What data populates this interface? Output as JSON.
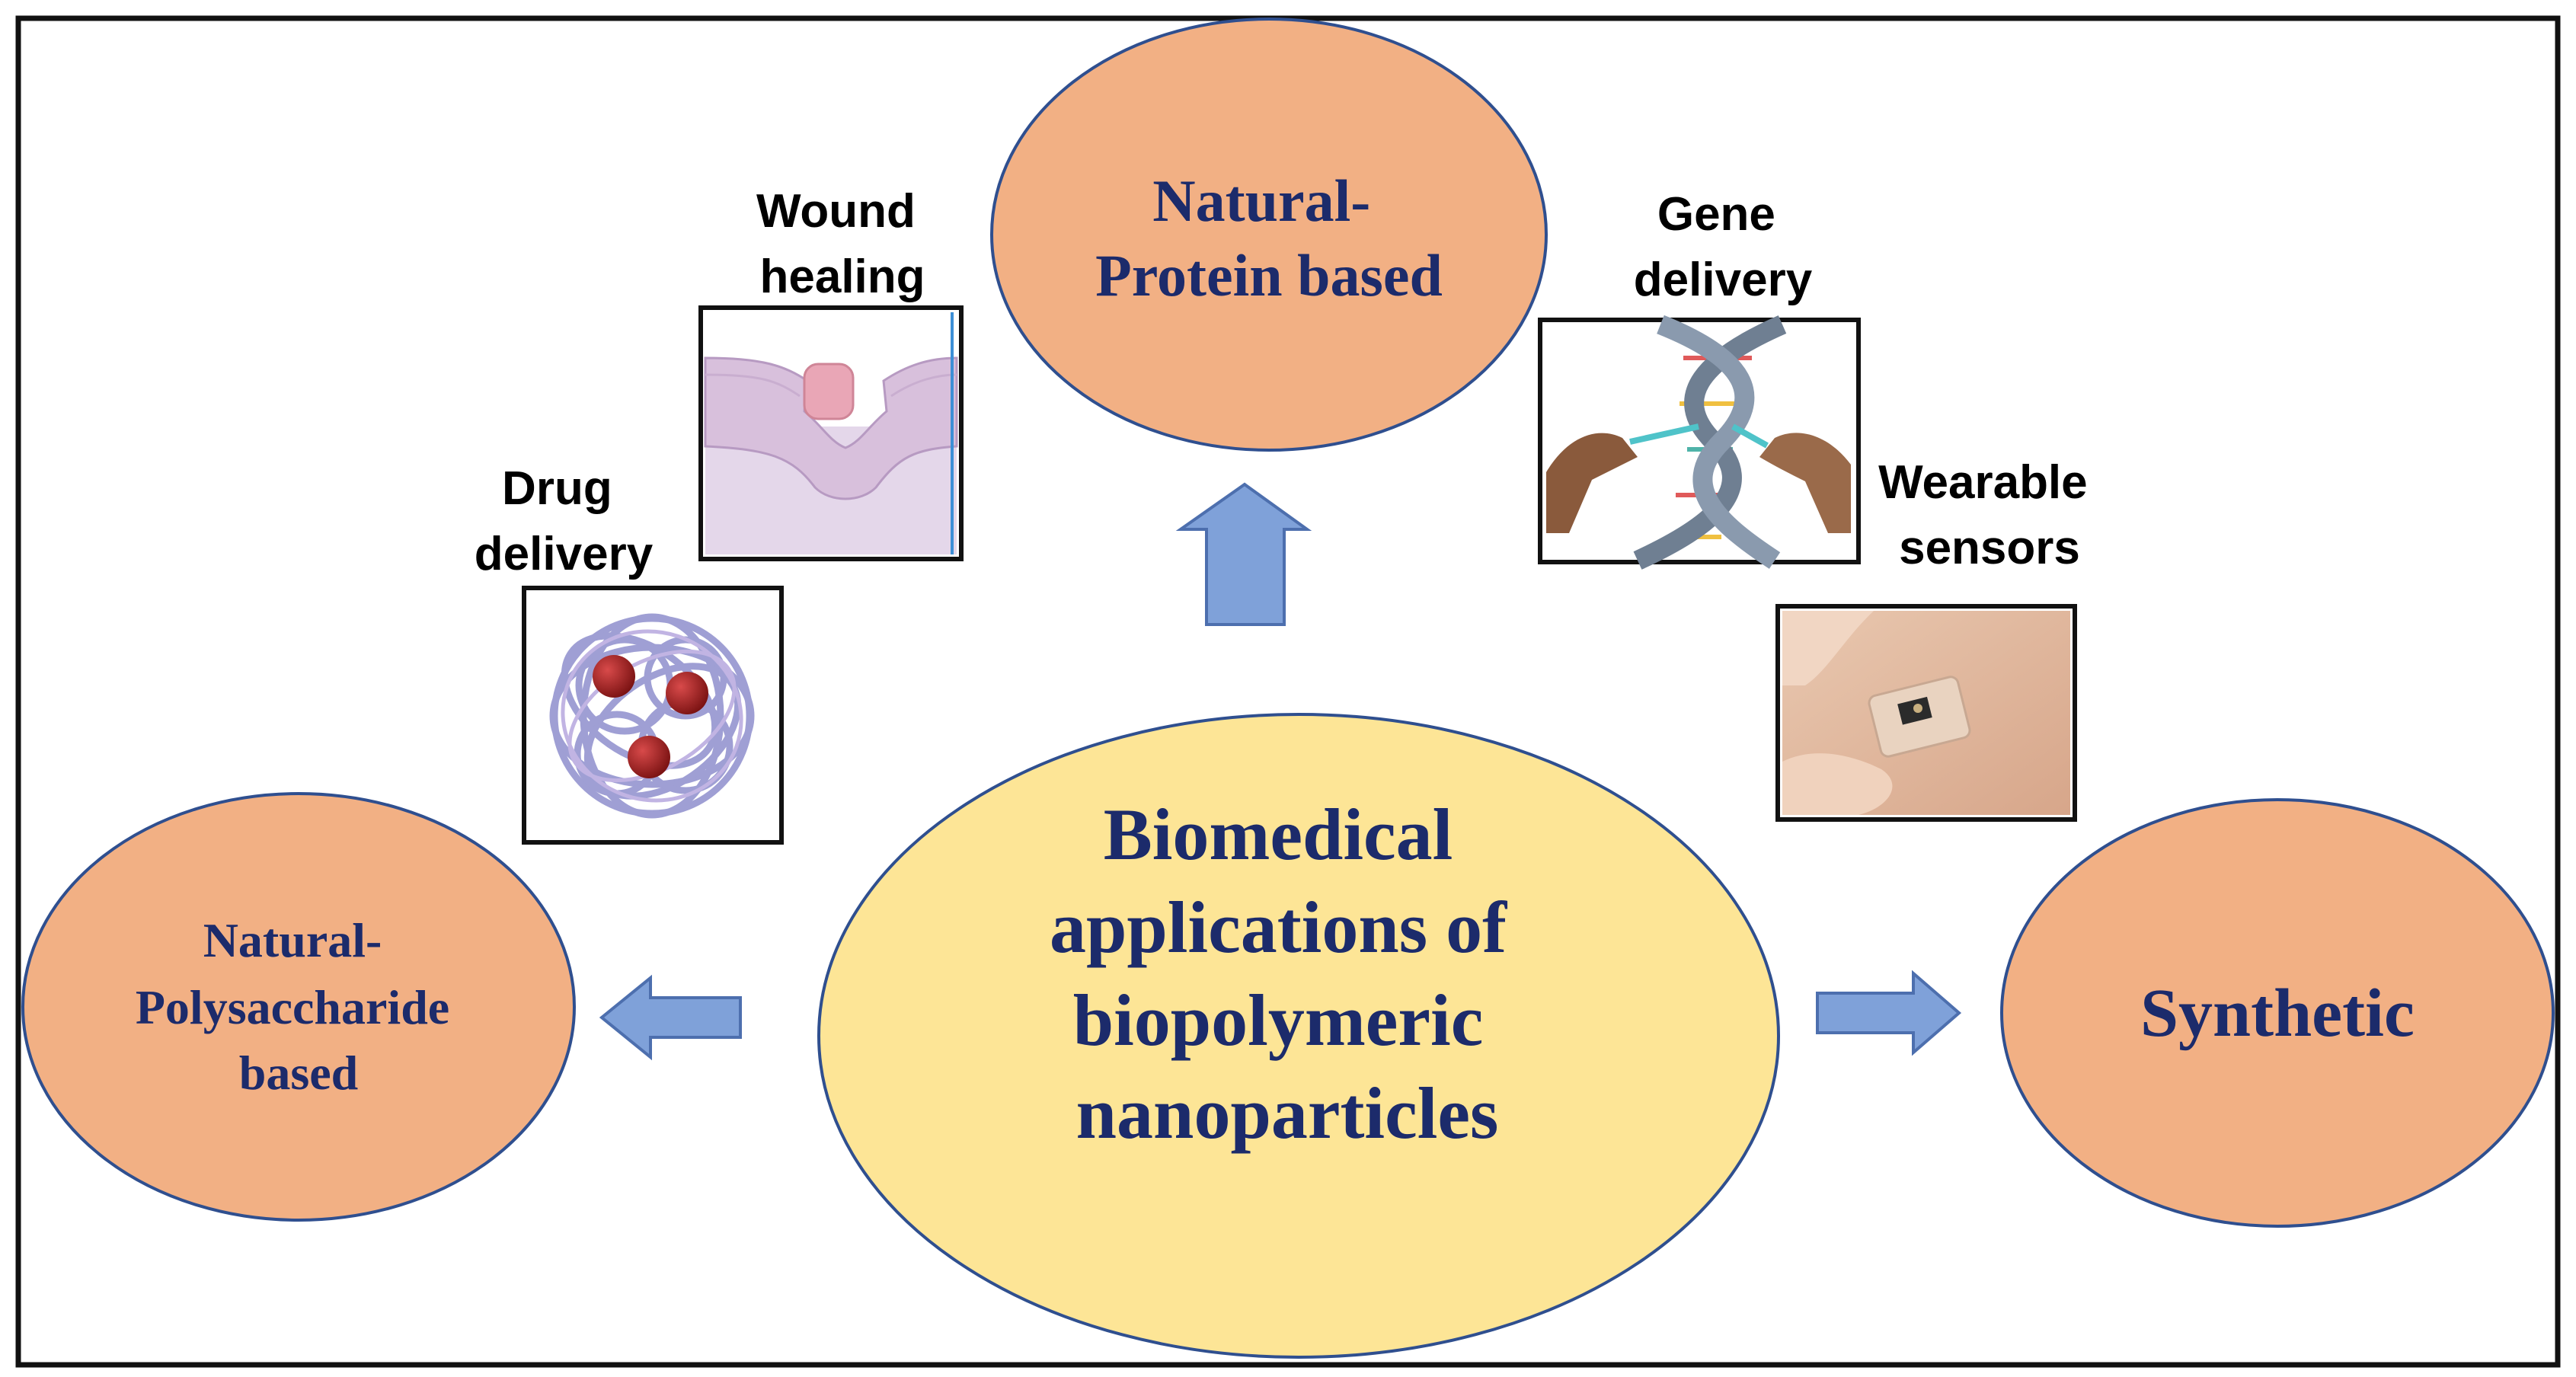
{
  "colors": {
    "frame": "#111111",
    "center_fill": "#fde596",
    "node_fill": "#f2b084",
    "node_stroke": "#2f4f8f",
    "node_text": "#1c2b6b",
    "arrow_fill": "#7fa1d9",
    "arrow_stroke": "#4d6fae",
    "label_text": "#000000"
  },
  "center": {
    "lines": [
      "Biomedical",
      "applications of",
      "biopolymeric",
      "nanoparticles"
    ]
  },
  "nodes": {
    "protein": {
      "lines": [
        "Natural-",
        "Protein based"
      ]
    },
    "polysaccharide": {
      "lines": [
        "Natural-",
        "Polysaccharide",
        "based"
      ]
    },
    "synthetic": {
      "lines": [
        "Synthetic"
      ]
    }
  },
  "applications": {
    "wound_healing": {
      "lines": [
        "Wound",
        "healing"
      ]
    },
    "drug_delivery": {
      "lines": [
        "Drug",
        "delivery"
      ]
    },
    "gene_delivery": {
      "lines": [
        "Gene",
        "delivery"
      ]
    },
    "wearable_sensors": {
      "lines": [
        "Wearable",
        "sensors"
      ]
    }
  }
}
